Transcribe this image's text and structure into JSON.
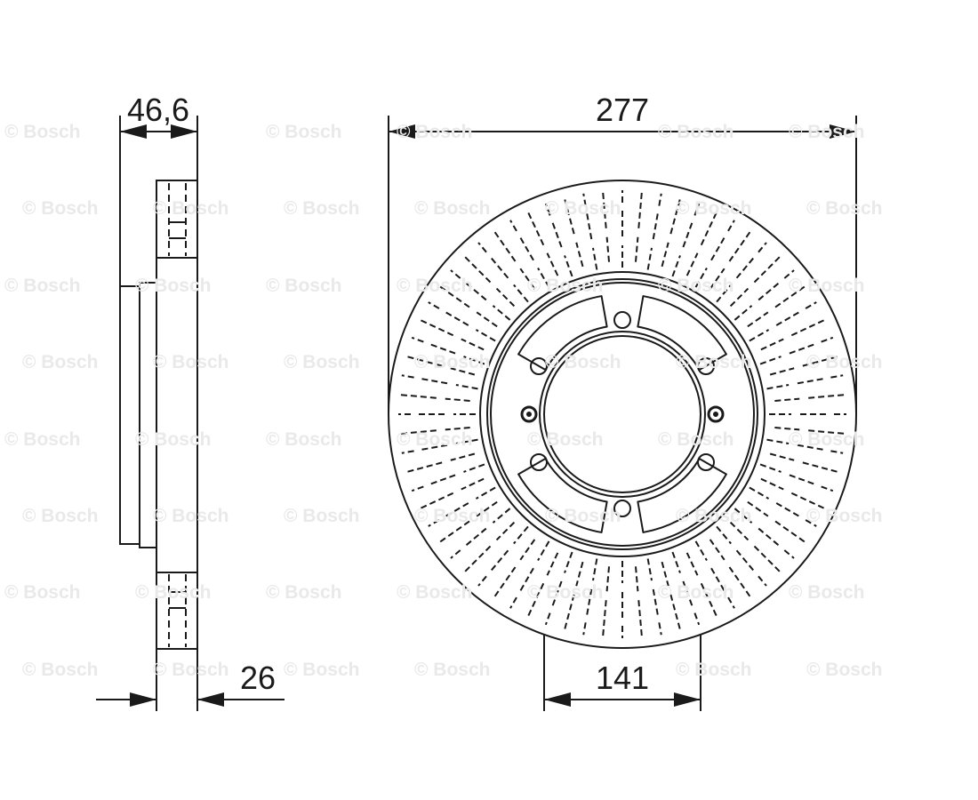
{
  "watermark": "© Bosch",
  "dimensions": {
    "total_height": "46,6",
    "disc_thickness": "26",
    "outer_diameter": "277",
    "center_bore": "141"
  },
  "colors": {
    "line": "#1a1a1a",
    "watermark": "#e9e9e9"
  }
}
